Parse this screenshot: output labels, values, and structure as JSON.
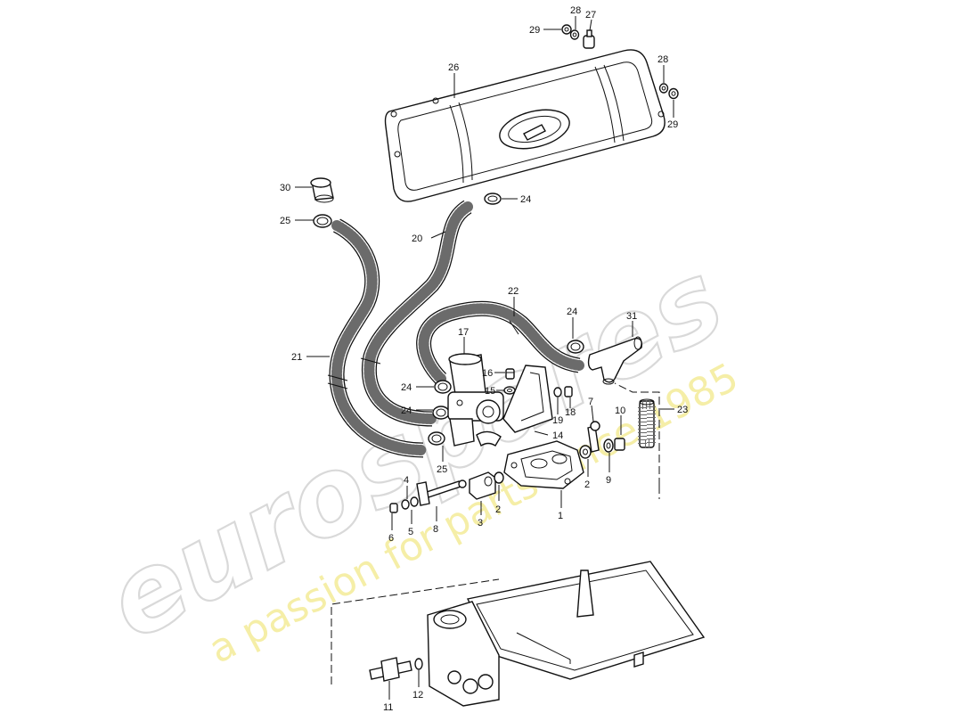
{
  "watermark": {
    "brand": "eurospares",
    "tagline": "a passion for parts since 1985"
  },
  "callouts": {
    "c1": "1",
    "c2a": "2",
    "c2b": "2",
    "c3": "3",
    "c4": "4",
    "c5": "5",
    "c6": "6",
    "c7": "7",
    "c8": "8",
    "c9": "9",
    "c10": "10",
    "c11": "11",
    "c12": "12",
    "c14": "14",
    "c15": "15",
    "c16": "16",
    "c17": "17",
    "c18": "18",
    "c19": "19",
    "c20": "20",
    "c21": "21",
    "c22": "22",
    "c23": "23",
    "c24a": "24",
    "c24b": "24",
    "c24c": "24",
    "c24d": "24",
    "c25a": "25",
    "c25b": "25",
    "c26": "26",
    "c27": "27",
    "c28a": "28",
    "c28b": "28",
    "c29a": "29",
    "c29b": "29",
    "c30": "30",
    "c31": "31"
  }
}
